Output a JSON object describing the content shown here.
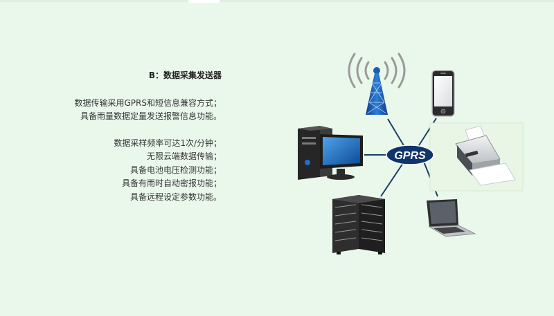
{
  "heading": "B：数据采集发送器",
  "paragraph1": [
    "数据传输采用GPRS和短信息兼容方式；",
    "具备雨量数据定量发送报警信息功能。"
  ],
  "paragraph2": [
    "数据采样频率可达1次/分钟；",
    "无限云端数据传输；",
    "具备电池电压检测功能；",
    "具备有雨时自动密报功能；",
    "具备远程设定参数功能。"
  ],
  "hub_label": "GPRS",
  "colors": {
    "background": "#eaf8ec",
    "hub_fill": "#11356b",
    "connector": "#1c3d63"
  },
  "icons": [
    "radio-tower-icon",
    "smartphone-icon",
    "desktop-computer-icon",
    "printer-icon",
    "server-rack-icon",
    "laptop-icon"
  ]
}
